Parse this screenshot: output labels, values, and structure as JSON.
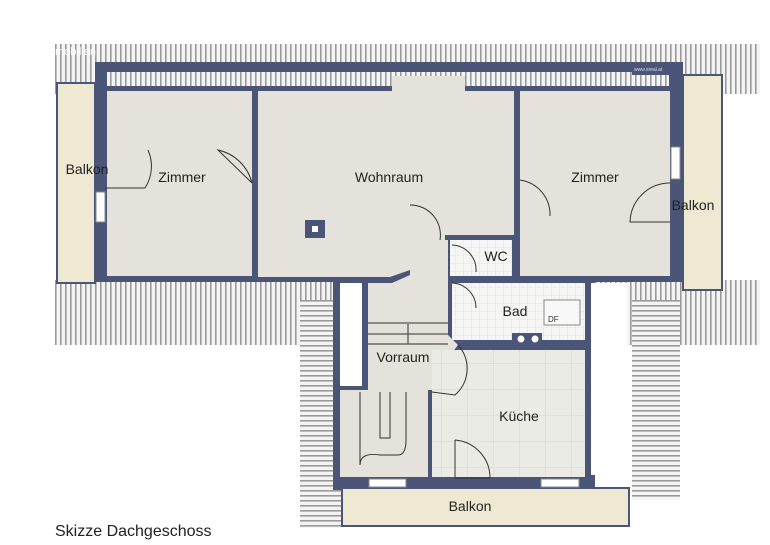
{
  "title": "Skizze Dachgeschoss",
  "watermark": "mobilien",
  "website": "www.sreal.at",
  "rooms": {
    "balkon_left": "Balkon",
    "zimmer_left": "Zimmer",
    "wohnraum": "Wohnraum",
    "zimmer_right": "Zimmer",
    "balkon_right": "Balkon",
    "wc": "WC",
    "bad": "Bad",
    "df": "DF",
    "vorraum": "Vorraum",
    "kueche": "Küche",
    "balkon_bottom": "Balkon"
  },
  "colors": {
    "wall": "#4a5578",
    "floor": "#e4e2da",
    "balcony": "#efe9d4",
    "roof": "#c8c8c8"
  }
}
